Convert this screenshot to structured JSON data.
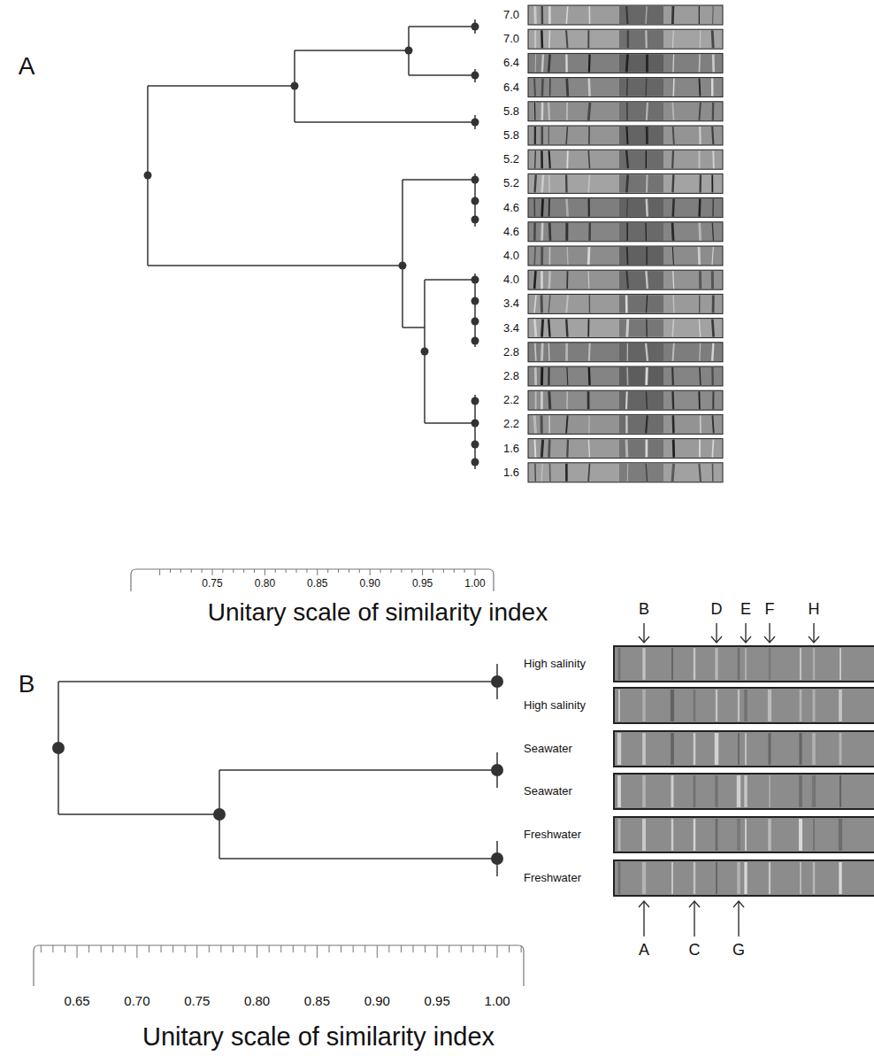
{
  "diagram": {
    "labels": [
      "A",
      "7.0",
      "7.0",
      "6.4",
      "6.4",
      "5.8",
      "5.8",
      "5.2",
      "5.2",
      "4.6",
      "4.6",
      "4.0",
      "4.0",
      "3.4",
      "3.4",
      "2.8",
      "2.8",
      "2.2",
      "2.2",
      "1.6",
      "1.6",
      "0.75",
      "0.80",
      "0.85",
      "0.90",
      "0.95",
      "1.00",
      "Unitary scale of similarity index",
      "B",
      "B",
      "D",
      "E",
      "F",
      "H",
      "High salinity",
      "High salinity",
      "Seawater",
      "Seawater",
      "Freshwater",
      "Freshwater",
      "A",
      "C",
      "G",
      "0.65",
      "0.70",
      "0.75",
      "0.80",
      "0.85",
      "0.90",
      "0.95",
      "1.00",
      "Unitary scale of similarity index"
    ]
  }
}
